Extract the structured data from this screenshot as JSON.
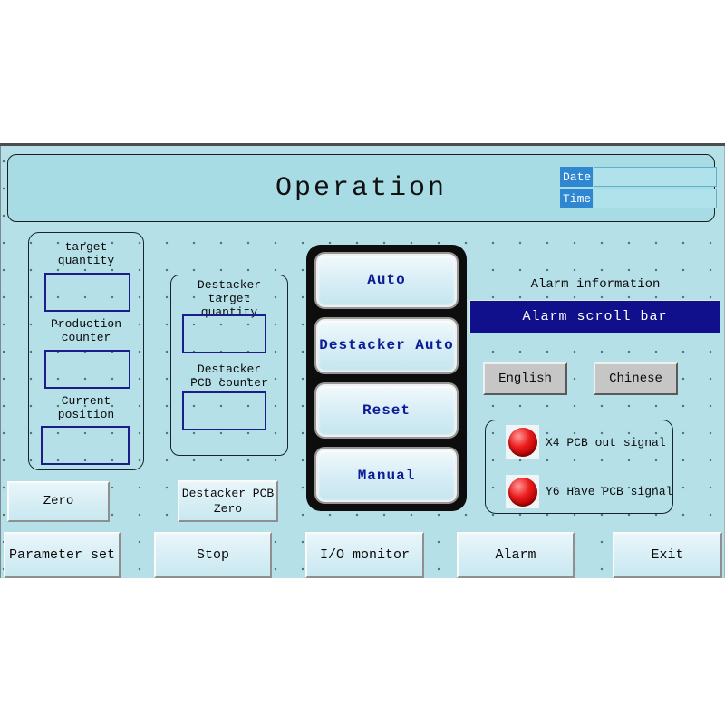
{
  "header": {
    "title": "Operation",
    "date_label": "Date",
    "time_label": "Time",
    "date_value": "",
    "time_value": ""
  },
  "left_panel": {
    "fields": [
      {
        "label": "target\nquantity",
        "value": ""
      },
      {
        "label": "Production\ncounter",
        "value": ""
      },
      {
        "label": "Current\nposition",
        "value": ""
      }
    ]
  },
  "destacker_panel": {
    "fields": [
      {
        "label": "Destacker\ntarget\nquantity",
        "value": ""
      },
      {
        "label": "Destacker\nPCB counter",
        "value": ""
      }
    ]
  },
  "mode_buttons": [
    {
      "label": "Auto"
    },
    {
      "label": "Destacker Auto"
    },
    {
      "label": "Reset"
    },
    {
      "label": "Manual"
    }
  ],
  "alarm": {
    "heading": "Alarm information",
    "scroll_bar_text": "Alarm scroll bar",
    "bar_color": "#10108c"
  },
  "language_buttons": [
    {
      "label": "English"
    },
    {
      "label": "Chinese"
    }
  ],
  "signals": [
    {
      "label": "X4 PCB out signal",
      "led_color": "#e01515"
    },
    {
      "label": "Y6 Have PCB signal",
      "led_color": "#e01515"
    }
  ],
  "zero_buttons": [
    {
      "label": "Zero"
    },
    {
      "label": "Destacker PCB\nZero"
    }
  ],
  "nav_buttons": [
    {
      "label": "Parameter set"
    },
    {
      "label": "Stop"
    },
    {
      "label": "I/O monitor"
    },
    {
      "label": "Alarm"
    },
    {
      "label": "Exit"
    }
  ],
  "colors": {
    "screen_bg": "#b5e0e8",
    "header_bg": "#a7dce5",
    "navy_border": "#1c1c8a",
    "mode_text": "#0d1c96",
    "date_label_bg": "#2f87d2"
  }
}
